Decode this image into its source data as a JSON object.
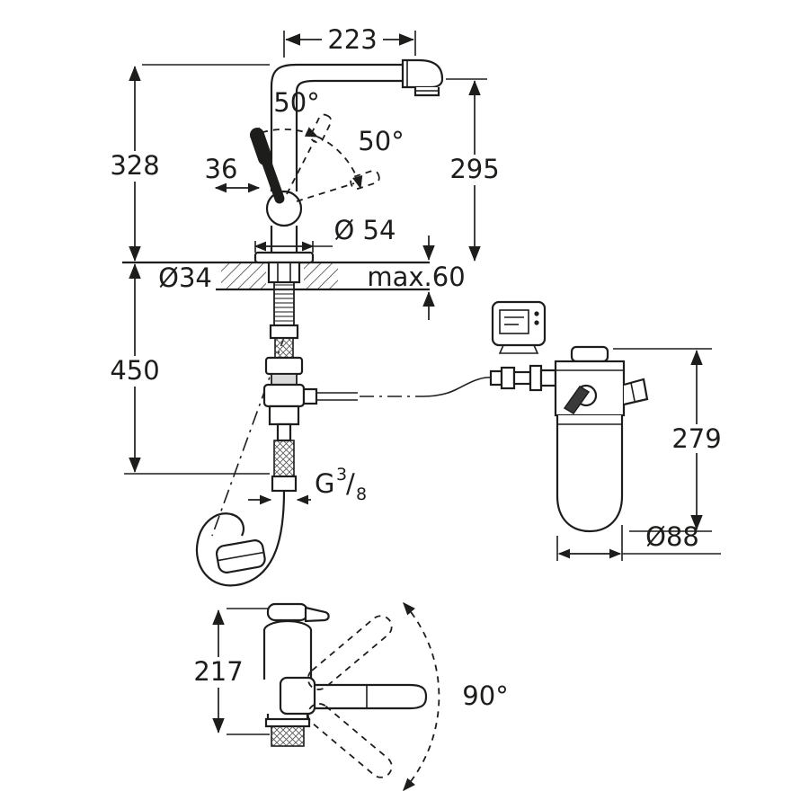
{
  "diagram": {
    "type": "technical-dimension-drawing",
    "subject": "Kitchen mixer faucet with pull-out spray and under-sink filter unit",
    "labels": {
      "spout_reach": "223",
      "height_overall": "328",
      "height_spout": "295",
      "angle_handle_1": "50°",
      "angle_handle_2": "50°",
      "handle_dim": "36",
      "base_dia": "Ø 54",
      "hole_dia": "Ø34",
      "deck_max": "max.60",
      "under_length": "450",
      "filter_height": "279",
      "filter_dia": "Ø88",
      "thread_prefix": "G",
      "thread_numerator": "3",
      "thread_slash": "/",
      "thread_denominator": "8",
      "side_height": "217",
      "swivel_angle": "90°"
    },
    "colors": {
      "line": "#1d1d1b",
      "background": "#ffffff"
    }
  }
}
